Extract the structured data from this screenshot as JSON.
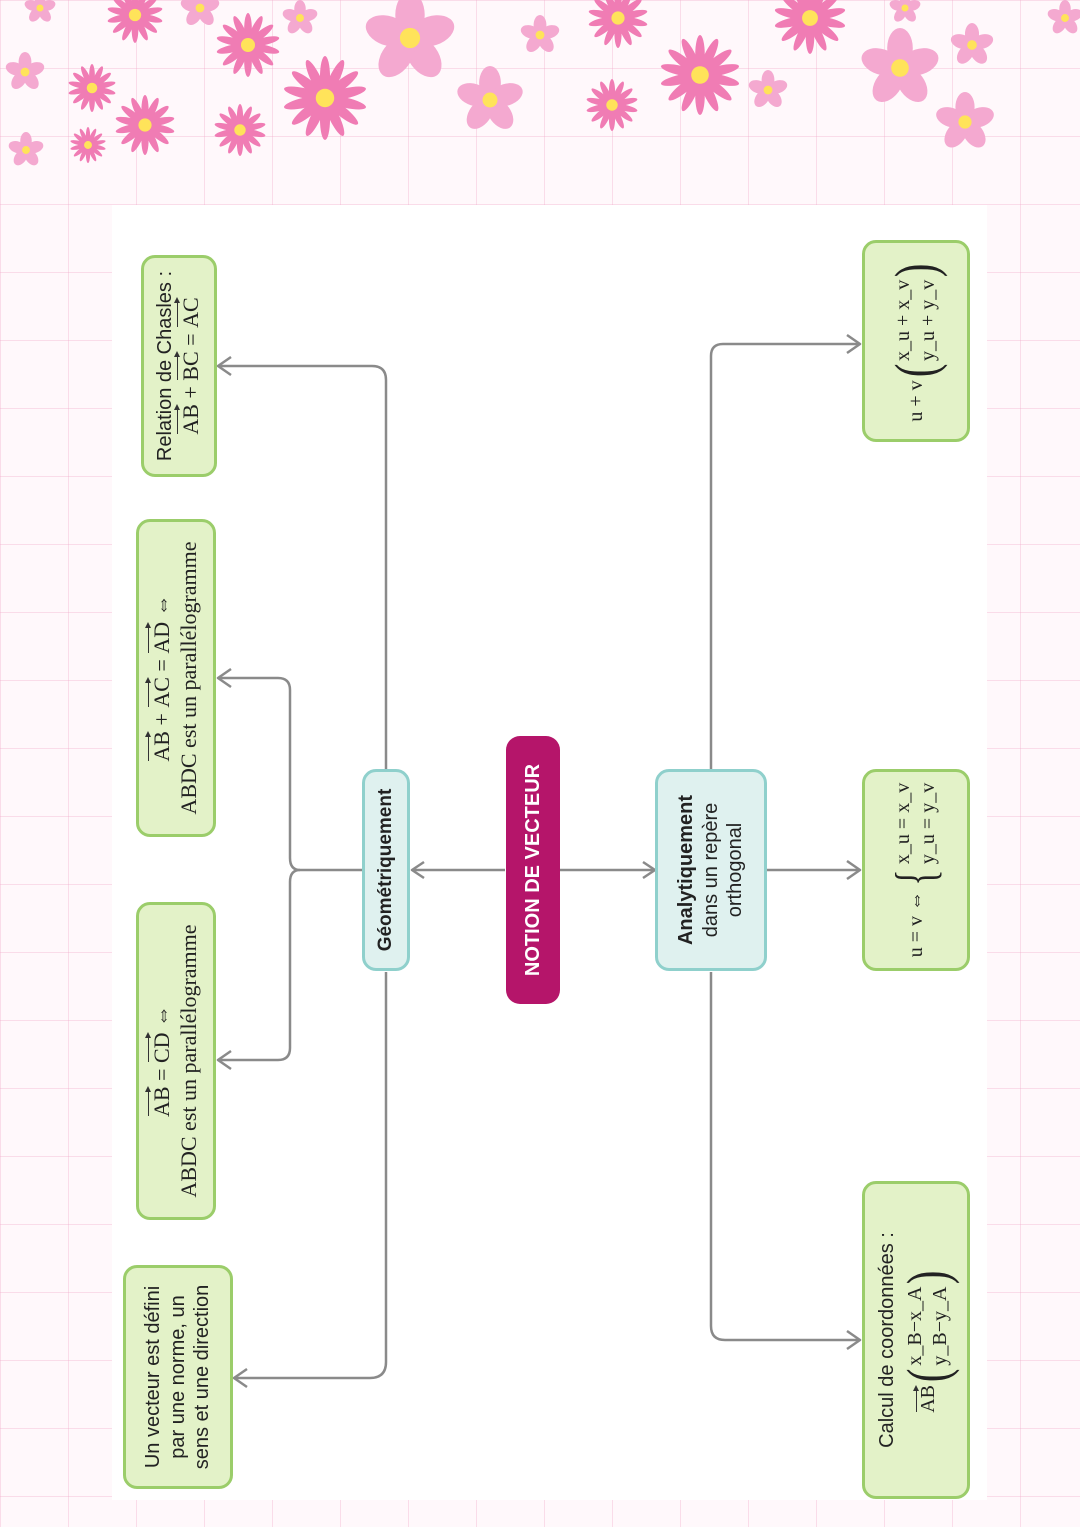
{
  "root": {
    "label": "NOTION DE VECTEUR"
  },
  "branches": {
    "geometric": {
      "label": "Géométriquement"
    },
    "analytic": {
      "line1": "Analytiquement",
      "line2": "dans un repère",
      "line3": "orthogonal"
    }
  },
  "geometric_nodes": {
    "definition": {
      "line1": "Un vecteur est défini",
      "line2": "par une norme, un",
      "line3": "sens et une direction"
    },
    "equal_vectors": {
      "formula_left": "AB",
      "formula_right": "CD",
      "equals": "=",
      "equiv": "⇔",
      "line2": "ABDC est un parallélogramme"
    },
    "sum_parallelogram": {
      "v1": "AB",
      "v2": "AC",
      "v3": "AD",
      "plus": "+",
      "equals": "=",
      "equiv": "⇔",
      "line2": "ABDC est un parallélogramme"
    },
    "chasles": {
      "line1": "Relation de Chasles :",
      "v1": "AB",
      "v2": "BC",
      "v3": "AC",
      "plus": "+",
      "equals": "="
    }
  },
  "analytic_nodes": {
    "coordinates": {
      "line1": "Calcul de coordonnées :",
      "vec": "AB",
      "top": "x_B−x_A",
      "bottom": "y_B−y_A"
    },
    "equality": {
      "left": "u = v ⇔",
      "top": "x_u = x_v",
      "bottom": "y_u = y_v"
    },
    "sum": {
      "left": "u + v",
      "top": "x_u + x_v",
      "bottom": "y_u + y_v"
    }
  },
  "colors": {
    "root": "#b5156a",
    "branch_fill": "#dff1ef",
    "branch_border": "#8fd0cc",
    "leaf_fill": "#e3f2c8",
    "leaf_border": "#9bcd6a",
    "connector": "#8a8a8a",
    "flower_pink": "#f07cb4",
    "flower_light": "#f4a9d0"
  },
  "icons": {
    "decoration": "flower-icon",
    "connector": "arrow-icon"
  }
}
